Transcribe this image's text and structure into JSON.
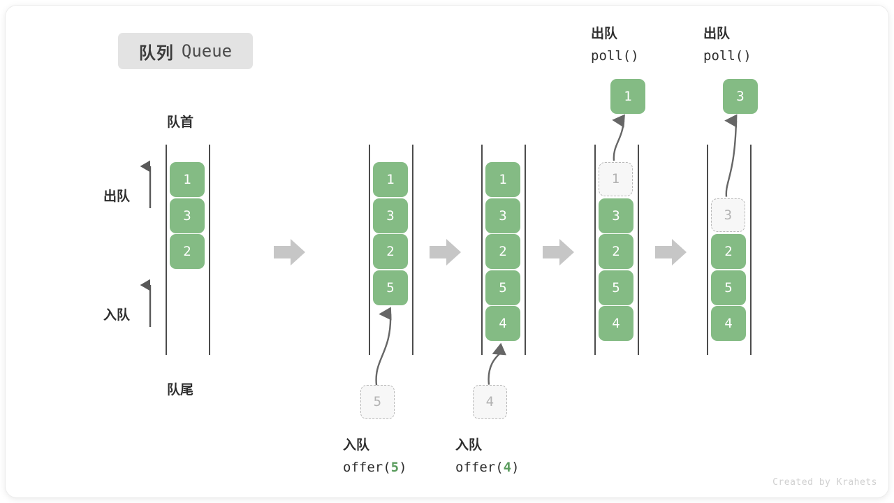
{
  "title": {
    "cn": "队列",
    "en": "Queue"
  },
  "watermark": "Created by Krahets",
  "side_labels": {
    "head": "队首",
    "tail": "队尾",
    "dequeue": "出队",
    "enqueue": "入队"
  },
  "colors": {
    "element_fill": "#84bb84",
    "element_text": "#ffffff",
    "ghost_fill": "#f7f7f7",
    "ghost_border": "#b9b9b9",
    "ghost_text": "#b3b3b3",
    "rail": "#4c4c4c",
    "arrow_gray": "#666666",
    "block_arrow": "#c6c6c6",
    "badge_bg": "#e3e3e3",
    "accent_green": "#5a9c5d"
  },
  "steps": [
    {
      "id": "state-initial",
      "items": [
        "1",
        "3",
        "2"
      ],
      "capacity": 6,
      "ghost_index": null,
      "ghost_value": null,
      "caption_cn": null,
      "caption_code": null,
      "popped_value": null,
      "op_label_cn": null,
      "op_label_code": null
    },
    {
      "id": "state-after-offer-5",
      "items": [
        "1",
        "3",
        "2",
        "5"
      ],
      "capacity": 6,
      "ghost_index": null,
      "ghost_value": null,
      "caption_cn": "入队",
      "caption_code": "offer(5)",
      "caption_code_pre": "offer(",
      "caption_code_num": "5",
      "caption_code_post": ")",
      "incoming_value": "5",
      "popped_value": null
    },
    {
      "id": "state-after-offer-4",
      "items": [
        "1",
        "3",
        "2",
        "5",
        "4"
      ],
      "capacity": 6,
      "ghost_index": null,
      "ghost_value": null,
      "caption_cn": "入队",
      "caption_code": "offer(4)",
      "caption_code_pre": "offer(",
      "caption_code_num": "4",
      "caption_code_post": ")",
      "incoming_value": "4",
      "popped_value": null
    },
    {
      "id": "state-after-poll-1",
      "items": [
        "3",
        "2",
        "5",
        "4"
      ],
      "capacity": 6,
      "ghost_index": 0,
      "ghost_value": "1",
      "popped_value": "1",
      "op_label_cn": "出队",
      "op_label_code": "poll()"
    },
    {
      "id": "state-after-poll-3",
      "items": [
        "2",
        "5",
        "4"
      ],
      "capacity": 6,
      "ghost_index": 1,
      "ghost_value": "3",
      "popped_value": "3",
      "op_label_cn": "出队",
      "op_label_code": "poll()"
    }
  ],
  "block_arrows": 4
}
